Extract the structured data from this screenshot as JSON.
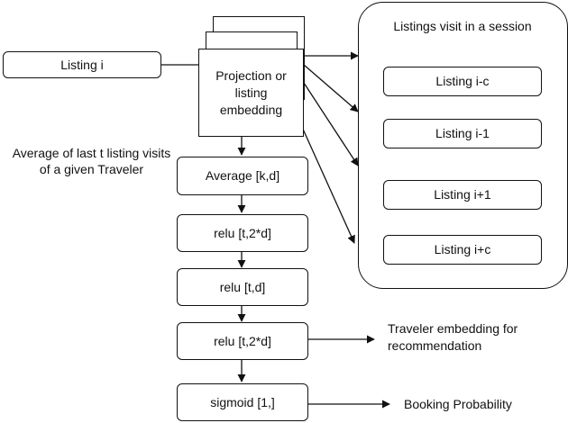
{
  "input": {
    "listing": "Listing i"
  },
  "embedding": {
    "label": "Projection or listing embedding"
  },
  "session": {
    "title": "Listings visit in a session",
    "items": [
      "Listing i-c",
      "Listing i-1",
      "Listing i+1",
      "Listing i+c"
    ]
  },
  "average_note": "Average of last t listing visits of a given Traveler",
  "layers": [
    "Average [k,d]",
    "relu [t,2*d]",
    "relu [t,d]",
    "relu [t,2*d]",
    "sigmoid [1,]"
  ],
  "outputs": {
    "traveler_embedding": "Traveler embedding for recommendation",
    "booking_probability": "Booking Probability"
  }
}
